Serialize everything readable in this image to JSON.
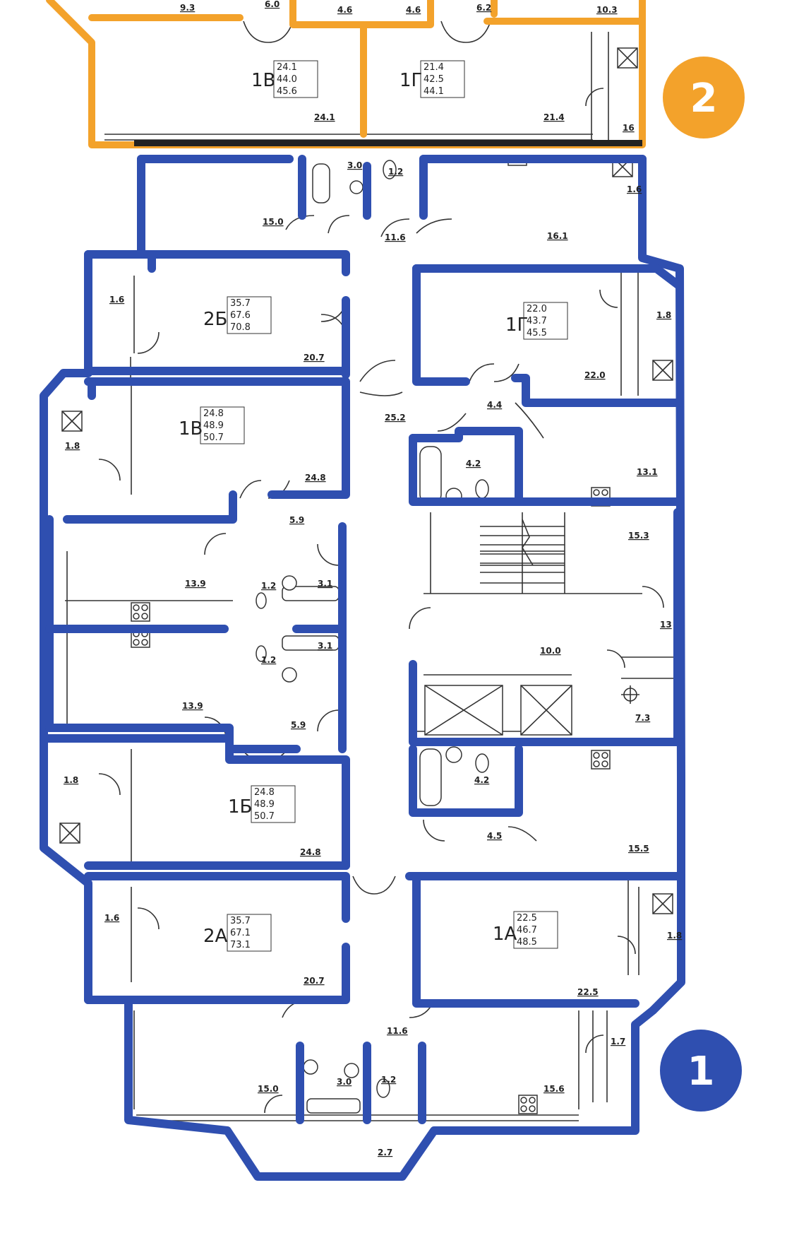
{
  "colors": {
    "section1": "#2f4fb0",
    "section2": "#f3a22b"
  },
  "badges": [
    {
      "label": "2",
      "color": "#f3a22b"
    },
    {
      "label": "1",
      "color": "#2f4fb0"
    }
  ],
  "apartments": [
    {
      "code": "1В",
      "living": "24.1",
      "total": "44.0",
      "full": "45.6"
    },
    {
      "code": "1Г",
      "living": "21.4",
      "total": "42.5",
      "full": "44.1"
    },
    {
      "code": "2Б",
      "living": "35.7",
      "total": "67.6",
      "full": "70.8"
    },
    {
      "code": "1Г",
      "living": "22.0",
      "total": "43.7",
      "full": "45.5"
    },
    {
      "code": "1В",
      "living": "24.8",
      "total": "48.9",
      "full": "50.7"
    },
    {
      "code": "1Б",
      "living": "24.8",
      "total": "48.9",
      "full": "50.7"
    },
    {
      "code": "2А",
      "living": "35.7",
      "total": "67.1",
      "full": "73.1"
    },
    {
      "code": "1А",
      "living": "22.5",
      "total": "46.7",
      "full": "48.5"
    }
  ],
  "room_areas": [
    "9.3",
    "6.0",
    "4.6",
    "4.6",
    "6.2",
    "10.3",
    "24.1",
    "21.4",
    "16",
    "3.0",
    "1.2",
    "1.6",
    "15.0",
    "11.6",
    "16.1",
    "1.6",
    "20.7",
    "1.8",
    "22.0",
    "1.8",
    "4.4",
    "25.2",
    "24.8",
    "4.2",
    "13.1",
    "5.9",
    "15.3",
    "13.9",
    "1.2",
    "3.1",
    "13",
    "3.1",
    "10.0",
    "1.2",
    "13.9",
    "5.9",
    "7.3",
    "1.8",
    "4.2",
    "24.8",
    "4.5",
    "15.5",
    "1.6",
    "1.8",
    "20.7",
    "22.5",
    "11.6",
    "1.7",
    "3.0",
    "1.2",
    "15.0",
    "15.6",
    "2.7"
  ]
}
